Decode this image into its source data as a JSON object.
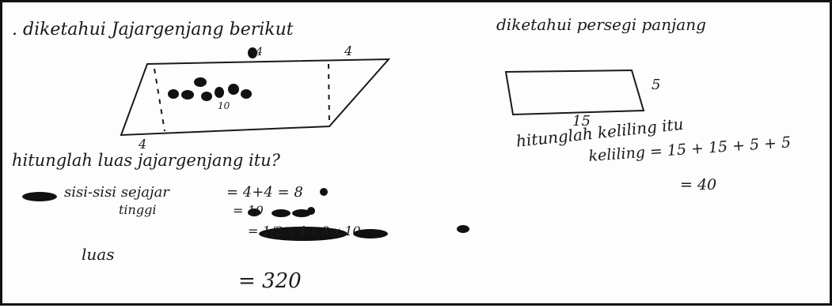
{
  "left_problem": {
    "statement": ". diketahui Jajargenjang berikut",
    "label_top": "4",
    "label_top_right": "4",
    "label_bottom_left": "4",
    "label_inside": "10",
    "question": "hitunglah luas jajargenjang itu?",
    "parallel_sides_label": "sisi-sisi sejajar",
    "parallel_sides_value": "= 4+4 = 8",
    "height_label": "tinggi",
    "height_value": "= 10",
    "area_label": "luas",
    "area_work": "= 1/2 x 4 x 8 x 10",
    "area_result": "= 320"
  },
  "right_problem": {
    "statement": "diketahui persegi panjang",
    "label_length": "15",
    "label_width": "5",
    "question": "hitunglah keliling itu",
    "perimeter_work": "keliling = 15 + 15 + 5 + 5",
    "perimeter_result": "= 40"
  },
  "colors": {
    "ink": "#1a1a1a",
    "paper": "#fdfdfd",
    "border": "#111111"
  }
}
